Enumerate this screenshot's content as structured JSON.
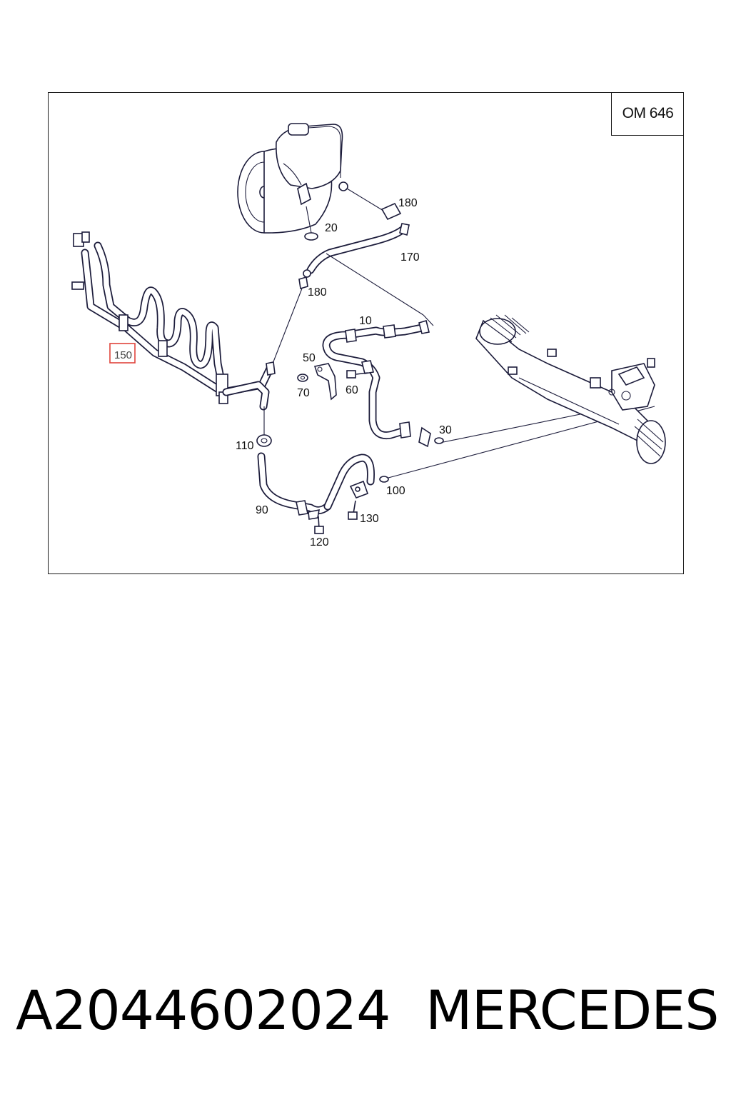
{
  "diagram": {
    "engine_code": "OM 646",
    "highlighted_callout": "150",
    "callouts": {
      "c10": "10",
      "c20": "20",
      "c30": "30",
      "c50": "50",
      "c60": "60",
      "c70": "70",
      "c90": "90",
      "c100": "100",
      "c110": "110",
      "c120": "120",
      "c130": "130",
      "c150": "150",
      "c170": "170",
      "c180a": "180",
      "c180b": "180"
    },
    "highlight_color": "#e0443c"
  },
  "footer": {
    "part_number": "A2044602024",
    "brand": "MERCEDES"
  }
}
